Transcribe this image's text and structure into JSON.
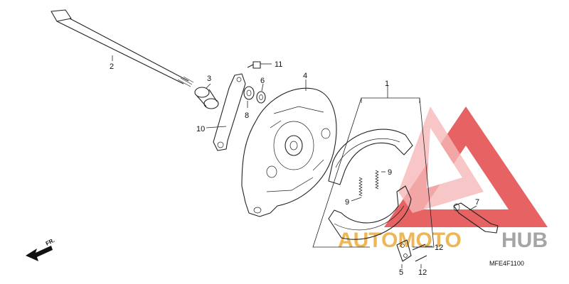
{
  "diagram": {
    "callouts": {
      "c1": "1",
      "c2": "2",
      "c3": "3",
      "c4": "4",
      "c5": "5",
      "c6": "6",
      "c7": "7",
      "c8": "8",
      "c9a": "9",
      "c9b": "9",
      "c10": "10",
      "c11": "11",
      "c12a": "12",
      "c12b": "12"
    },
    "direction_label": "FR.",
    "diagram_code": "MFE4F1100"
  },
  "watermark": {
    "text_part1": "AUTOMOTO",
    "text_part2": "HUB",
    "color_red": "#e03030",
    "color_light": "#f2a0a0",
    "color_orange": "#e8a020",
    "color_gray": "#888888"
  }
}
